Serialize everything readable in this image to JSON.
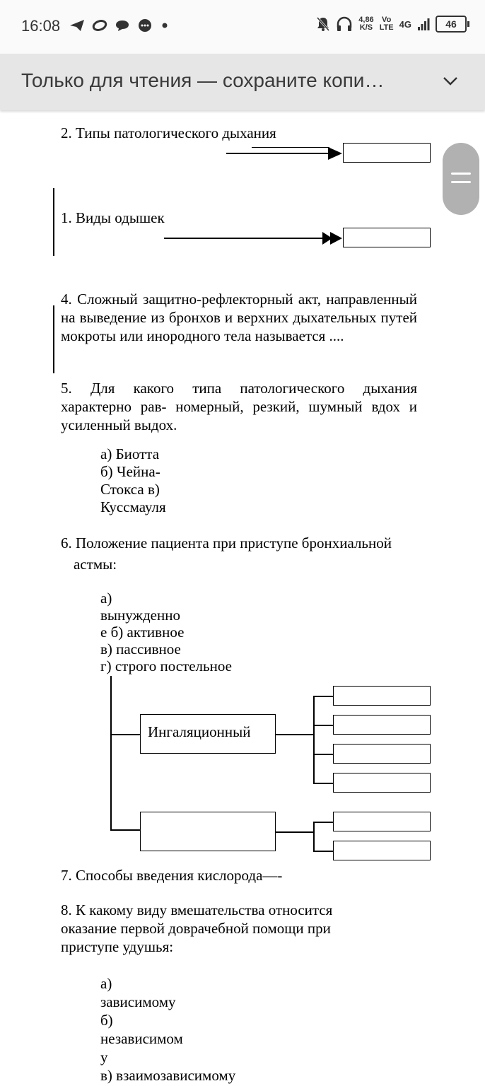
{
  "status_bar": {
    "time": "16:08",
    "left_icons": [
      "telegram-icon",
      "oval-icon",
      "chat-bubble-icon",
      "bubble-dots-icon",
      "dot-icon"
    ],
    "net_speed": "4,86",
    "net_speed_unit": "K/S",
    "vo": "Vo",
    "lte": "LTE",
    "network": "4G",
    "battery": "46"
  },
  "header": {
    "title": "Только для чтения — сохраните копи…"
  },
  "document": {
    "q2_title": "2. Типы патологического дыхания",
    "q1_title": "1. Виды одышек",
    "q4_text": "4. Сложный защитно-рефлекторный акт, направленный на выведение из бронхов и верхних дыхательных путей мокроты или инородного тела называется ....",
    "q5_text": "5. Для какого типа патологического дыхания характерно рав- номерный, резкий, шумный вдох и усиленный выдох.",
    "q5_options": [
      "а) Биотта",
      "б) Чейна-",
      "Стокса в)",
      "Куссмауля"
    ],
    "q6_line1": "6. Положение пациента при приступе бронхиальной",
    "q6_line2": "астмы:",
    "q6_options": [
      "а)",
      "вынужденно",
      "е б) активное",
      "в) пассивное",
      "г) строго постельное"
    ],
    "diagram_box_label": "Ингаляционный",
    "q7_text": "7. Способы введения кислорода—-",
    "q8_lines": [
      "8. К какому виду вмешательства относится",
      "оказание первой доврачебной помощи при",
      "приступе удушья:"
    ],
    "q8_options": [
      "а)",
      "зависимому",
      "б)",
      "независимом",
      "у",
      "в) взаимозависимому"
    ]
  }
}
